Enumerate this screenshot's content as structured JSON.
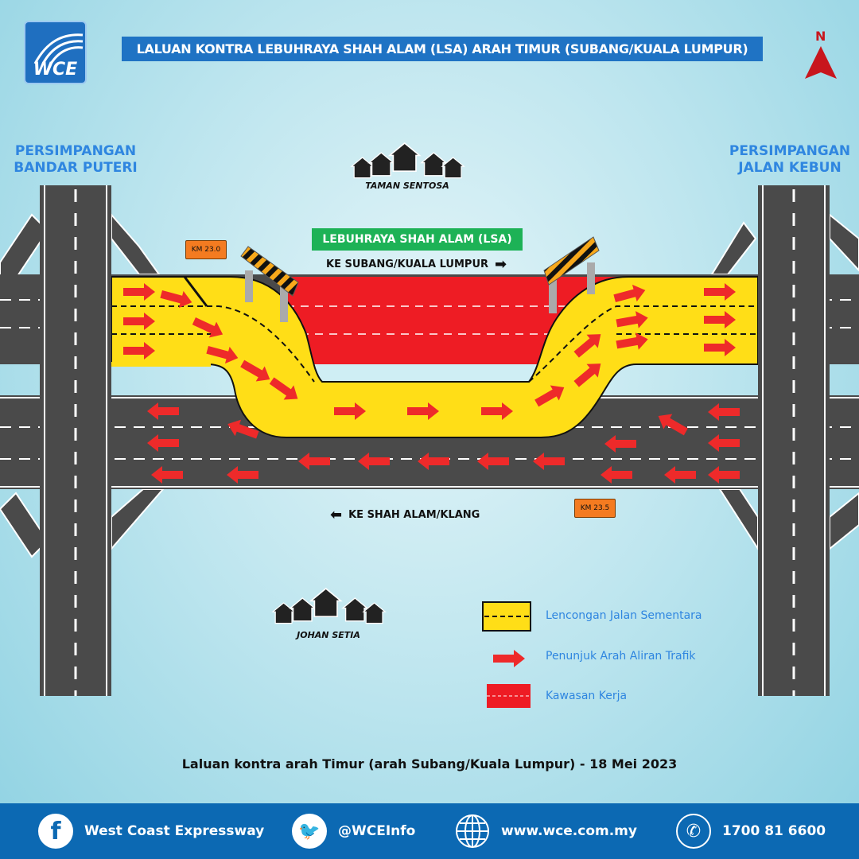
{
  "header": {
    "logo_text": "WCE",
    "title": "LALUAN KONTRA LEBUHRAYA SHAH ALAM (LSA) ARAH TIMUR (SUBANG/KUALA LUMPUR)",
    "compass_label": "N"
  },
  "map": {
    "junction_left": [
      "PERSIMPANGAN",
      "BANDAR PUTERI"
    ],
    "junction_right": [
      "PERSIMPANGAN",
      "JALAN KEBUN"
    ],
    "place_north": "TAMAN SENTOSA",
    "place_south": "JOHAN SETIA",
    "highway_label": "LEBUHRAYA SHAH ALAM (LSA)",
    "direction_east": "KE SUBANG/KUALA LUMPUR",
    "direction_west": "KE SHAH ALAM/KLANG",
    "km_signs": [
      "KM 23.0",
      "KM 23.5"
    ]
  },
  "legend": {
    "items": [
      {
        "label": "Lencongan Jalan Sementara"
      },
      {
        "label": "Penunjuk Arah Aliran Trafik"
      },
      {
        "label": "Kawasan Kerja"
      }
    ]
  },
  "caption": "Laluan kontra arah Timur (arah Subang/Kuala Lumpur) - 18 Mei 2023",
  "footer": {
    "facebook": "West Coast Expressway",
    "twitter": "@WCEInfo",
    "website": "www.wce.com.my",
    "phone": "1700 81 6600"
  },
  "colors": {
    "brand_blue": "#1f73c4",
    "detour_yellow": "#ffde17",
    "work_zone_red": "#ee1c24",
    "arrow_red": "#ee2a2a",
    "road_gray": "#4a4a4a",
    "lsa_green": "#1db256"
  }
}
